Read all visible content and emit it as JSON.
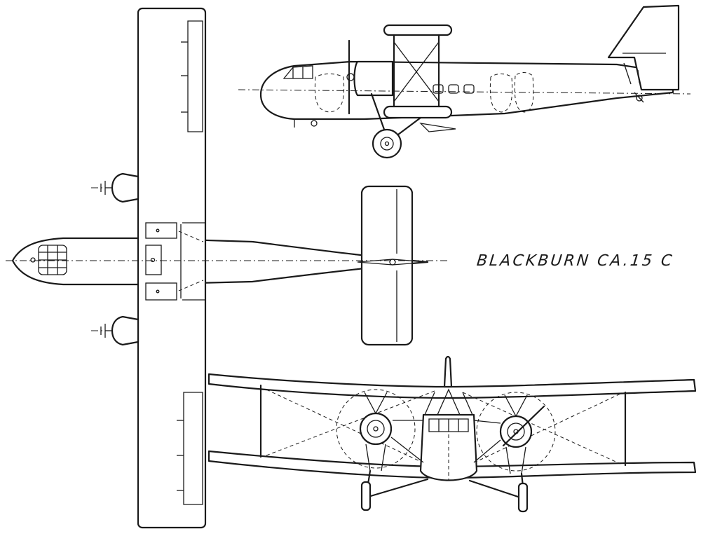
{
  "drawing": {
    "title": "BLACKBURN CA.15 C",
    "views": [
      "plan-view",
      "side-elevation",
      "front-elevation"
    ],
    "ink_color": "#1a1a1a",
    "paper_color": "#ffffff"
  }
}
